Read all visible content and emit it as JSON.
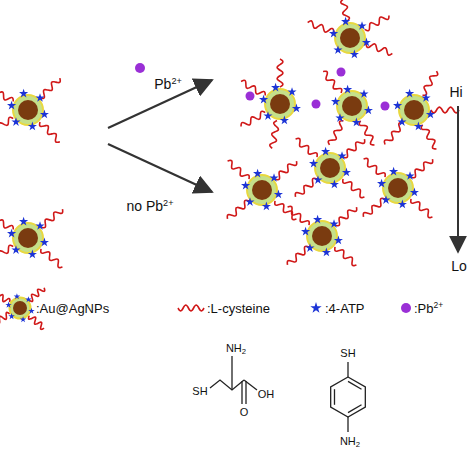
{
  "diagram": {
    "labels": [
      "Pb2+",
      "no Pb2+",
      "Hi",
      "Lo",
      "SH",
      "NH2",
      "OH",
      "O",
      "SH",
      "NH2"
    ],
    "legend": [
      {
        "text": ":Au@AgNPs"
      },
      {
        "text": ":L-cysteine"
      },
      {
        "text": ":4-ATP"
      },
      {
        "text": ":Pb2+"
      }
    ]
  }
}
